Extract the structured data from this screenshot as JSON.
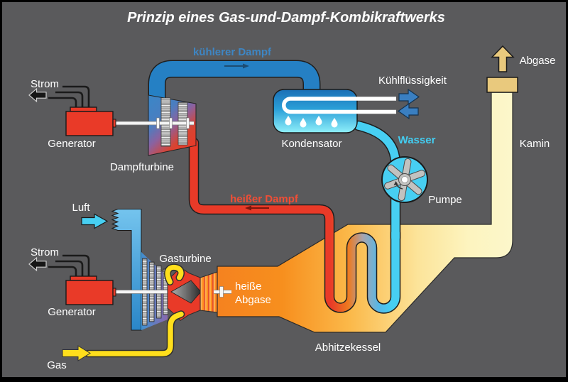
{
  "title": "Prinzip eines Gas-und-Dampf-Kombikraftwerks",
  "labels": {
    "strom_top": "Strom",
    "generator_top": "Generator",
    "dampfturbine": "Dampfturbine",
    "kuehlerer_dampf": "kühlerer Dampf",
    "kondensator": "Kondensator",
    "kuehlfluessigkeit": "Kühlflüssigkeit",
    "wasser": "Wasser",
    "pumpe": "Pumpe",
    "abgase": "Abgase",
    "kamin": "Kamin",
    "heisser_dampf": "heißer Dampf",
    "luft": "Luft",
    "strom_bottom": "Strom",
    "generator_bottom": "Generator",
    "gasturbine": "Gasturbine",
    "heisse_abgase_line1": "heiße",
    "heisse_abgase_line2": "Abgase",
    "gas": "Gas",
    "abhitzekessel": "Abhitzekessel"
  },
  "colors": {
    "background": "#5a5a5c",
    "steam_pipe_blue": "#2580c4",
    "water_cyan": "#47cff2",
    "hot_red": "#e93a28",
    "gas_yellow": "#ffdf1c",
    "exhaust_orange": "#f5831f",
    "flue_pale_yellow": "#fcf7ca",
    "chimney_tan": "#e9c97d",
    "label_white": "#ffffff",
    "label_blue": "#3e86c4",
    "label_red": "#f04e36",
    "label_cyan": "#43cdf1"
  }
}
